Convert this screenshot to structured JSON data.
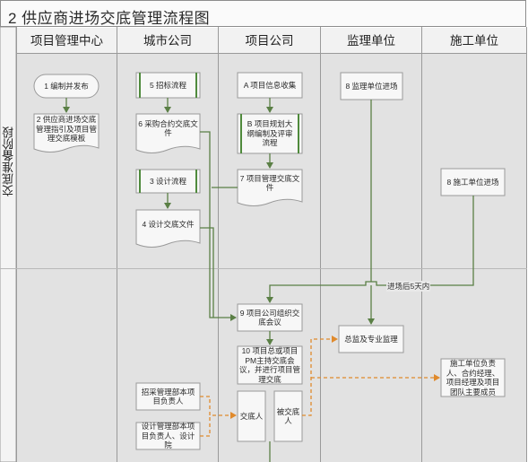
{
  "title": "2 供应商进场交底管理流程图",
  "lanes": [
    "项目管理中心",
    "城市公司",
    "项目公司",
    "监理单位",
    "施工单位"
  ],
  "phase_label": "交底准备阶段",
  "nodes": {
    "n1": "1 编制并发布",
    "n2": "2 供应商进场交底管理指引及项目管理交底模板",
    "n5": "5 招标流程",
    "n6": "6 采购合约交底文件",
    "n3": "3 设计流程",
    "n4": "4 设计交底文件",
    "nA": "A 项目信息收集",
    "nB": "B 项目规划大纲编制及评审流程",
    "n7": "7 项目管理交底文件",
    "n8a": "8 监理单位进场",
    "n8b": "8 施工单位进场",
    "n9": "9 项目公司组织交底会议",
    "n10": "10 项目总或项目PM主持交底会议，并进行项目管理交底",
    "jiaodiren": "交底人",
    "beijiaodiren": "被交底人",
    "zhaocai": "招采管理部本项目负责人",
    "sheji": "设计管理部本项目负责人、设计院",
    "zongjian": "总监及专业监理",
    "shigong": "施工单位负责人、合约经理、项目经理及项目团队主要成员"
  },
  "annotation": "进场后5天内",
  "colors": {
    "lane_bg": "#e2e2e2",
    "header_bg": "#f2f2f2",
    "node_fill": "#f7f7f7",
    "node_stroke": "#9a9a9a",
    "arrow_green": "#5a7f45",
    "arrow_orange": "#e08a2c",
    "process_bar": "#4f8a3c"
  }
}
